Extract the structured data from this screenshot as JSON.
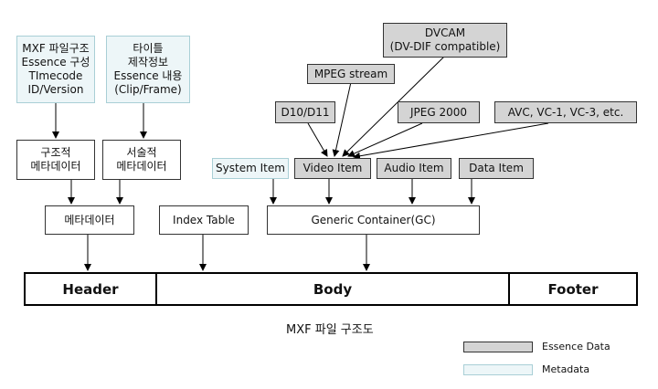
{
  "boxes": {
    "mxf_structure": "MXF 파일구조\nEssence 구성\nTImecode\nID/Version",
    "title_info": "타이틀\n제작정보\nEssence 내용\n(Clip/Frame)",
    "structural_meta": "구조적\n메타데이터",
    "descriptive_meta": "서술적\n메타데이터",
    "metadata": "메타데이터",
    "index_table": "Index Table",
    "generic_container": "Generic Container(GC)",
    "system_item": "System Item",
    "video_item": "Video Item",
    "audio_item": "Audio Item",
    "data_item": "Data Item",
    "d10": "D10/D11",
    "mpeg": "MPEG stream",
    "dvcam": "DVCAM\n(DV-DIF compatible)",
    "jpeg2000": "JPEG 2000",
    "avc": "AVC, VC-1, VC-3, etc."
  },
  "bar": {
    "header": "Header",
    "body": "Body",
    "footer": "Footer"
  },
  "caption": "MXF 파일 구조도",
  "legend": {
    "essence": "Essence Data",
    "metadata": "Metadata"
  }
}
